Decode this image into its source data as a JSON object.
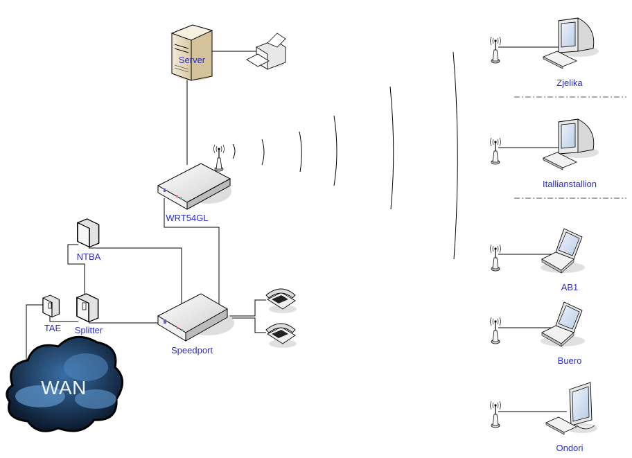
{
  "diagram": {
    "type": "network-topology",
    "nodes": {
      "server": {
        "label": "Server",
        "icon": "server-tower-icon"
      },
      "printer": {
        "icon": "printer-icon"
      },
      "router": {
        "label": "WRT54GL",
        "icon": "wireless-router-icon"
      },
      "ntba": {
        "label": "NTBA",
        "icon": "ntba-box-icon"
      },
      "tae": {
        "label": "TAE",
        "icon": "tae-socket-icon"
      },
      "splitter": {
        "label": "Splitter",
        "icon": "splitter-box-icon"
      },
      "speedport": {
        "label": "Speedport",
        "icon": "dsl-modem-icon"
      },
      "phone1": {
        "icon": "telephone-icon"
      },
      "phone2": {
        "icon": "telephone-icon"
      },
      "wan": {
        "label": "WAN",
        "icon": "cloud-icon"
      }
    },
    "wireless_clients": [
      {
        "label": "Zjelika",
        "device": "crt-desktop"
      },
      {
        "label": "Itallianstallion",
        "device": "crt-desktop"
      },
      {
        "label": "AB1",
        "device": "laptop"
      },
      {
        "label": "Buero",
        "device": "laptop"
      },
      {
        "label": "Ondori",
        "device": "lcd-desktop"
      }
    ],
    "connections": [
      [
        "server",
        "printer"
      ],
      [
        "server",
        "router"
      ],
      [
        "router",
        "speedport"
      ],
      [
        "ntba",
        "speedport"
      ],
      [
        "ntba",
        "splitter"
      ],
      [
        "splitter",
        "tae"
      ],
      [
        "splitter",
        "speedport"
      ],
      [
        "tae",
        "wan"
      ],
      [
        "speedport",
        "phone1"
      ],
      [
        "speedport",
        "phone2"
      ]
    ],
    "colors": {
      "label": "#2a2ad0",
      "line": "#000000",
      "cloud_dark": "#0d1b2e",
      "cloud_light": "#4a86c0",
      "server_beige": "#e8dcc0"
    }
  }
}
